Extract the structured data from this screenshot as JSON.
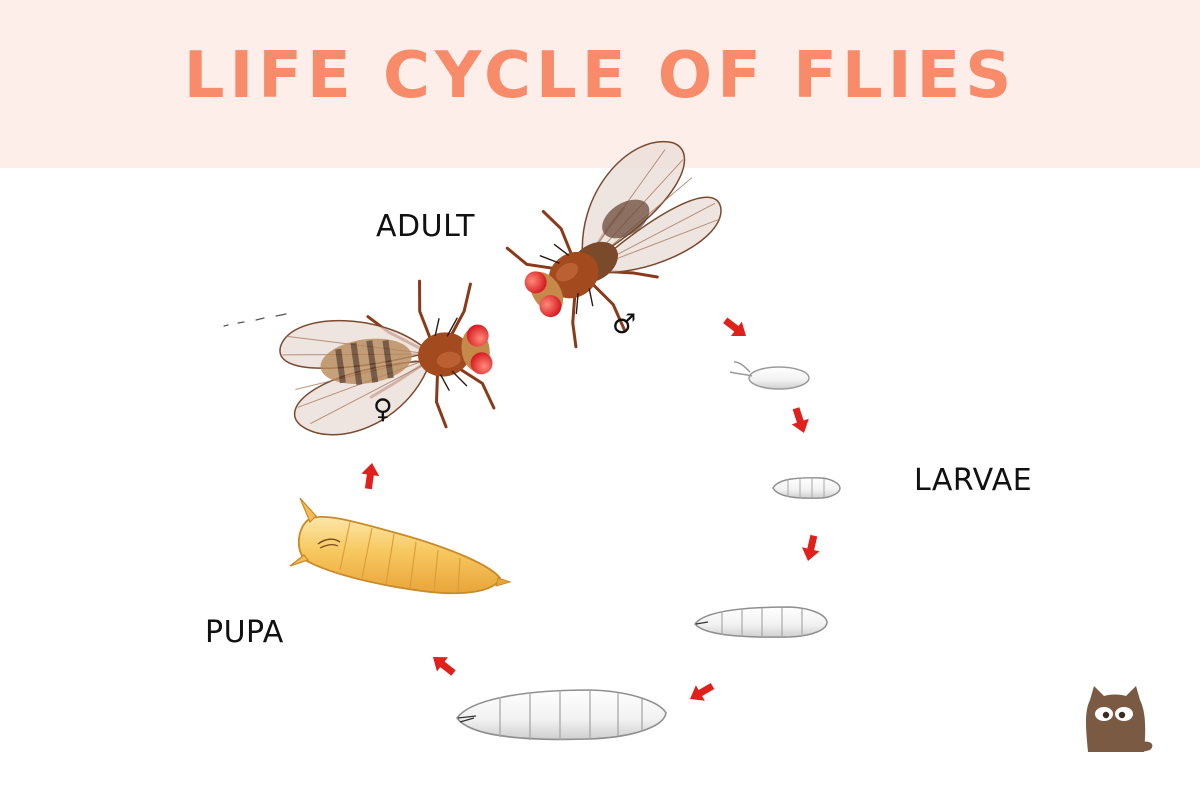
{
  "title": "LIFE CYCLE OF FLIES",
  "stages": {
    "adult": "ADULT",
    "larvae": "LARVAE",
    "pupa": "PUPA"
  },
  "symbols": {
    "male": "♂",
    "female": "♀"
  },
  "colors": {
    "header_bg": "#fdeeea",
    "title": "#f78b6a",
    "arrow": "#e0201b",
    "fly_body": "#a34a1f",
    "fly_eye": "#e8262b",
    "pupa": "#f6c463",
    "larva": "#f3f3f3",
    "mascot": "#7a5a43"
  },
  "icons": {
    "mascot": "cat-mascot-icon"
  }
}
